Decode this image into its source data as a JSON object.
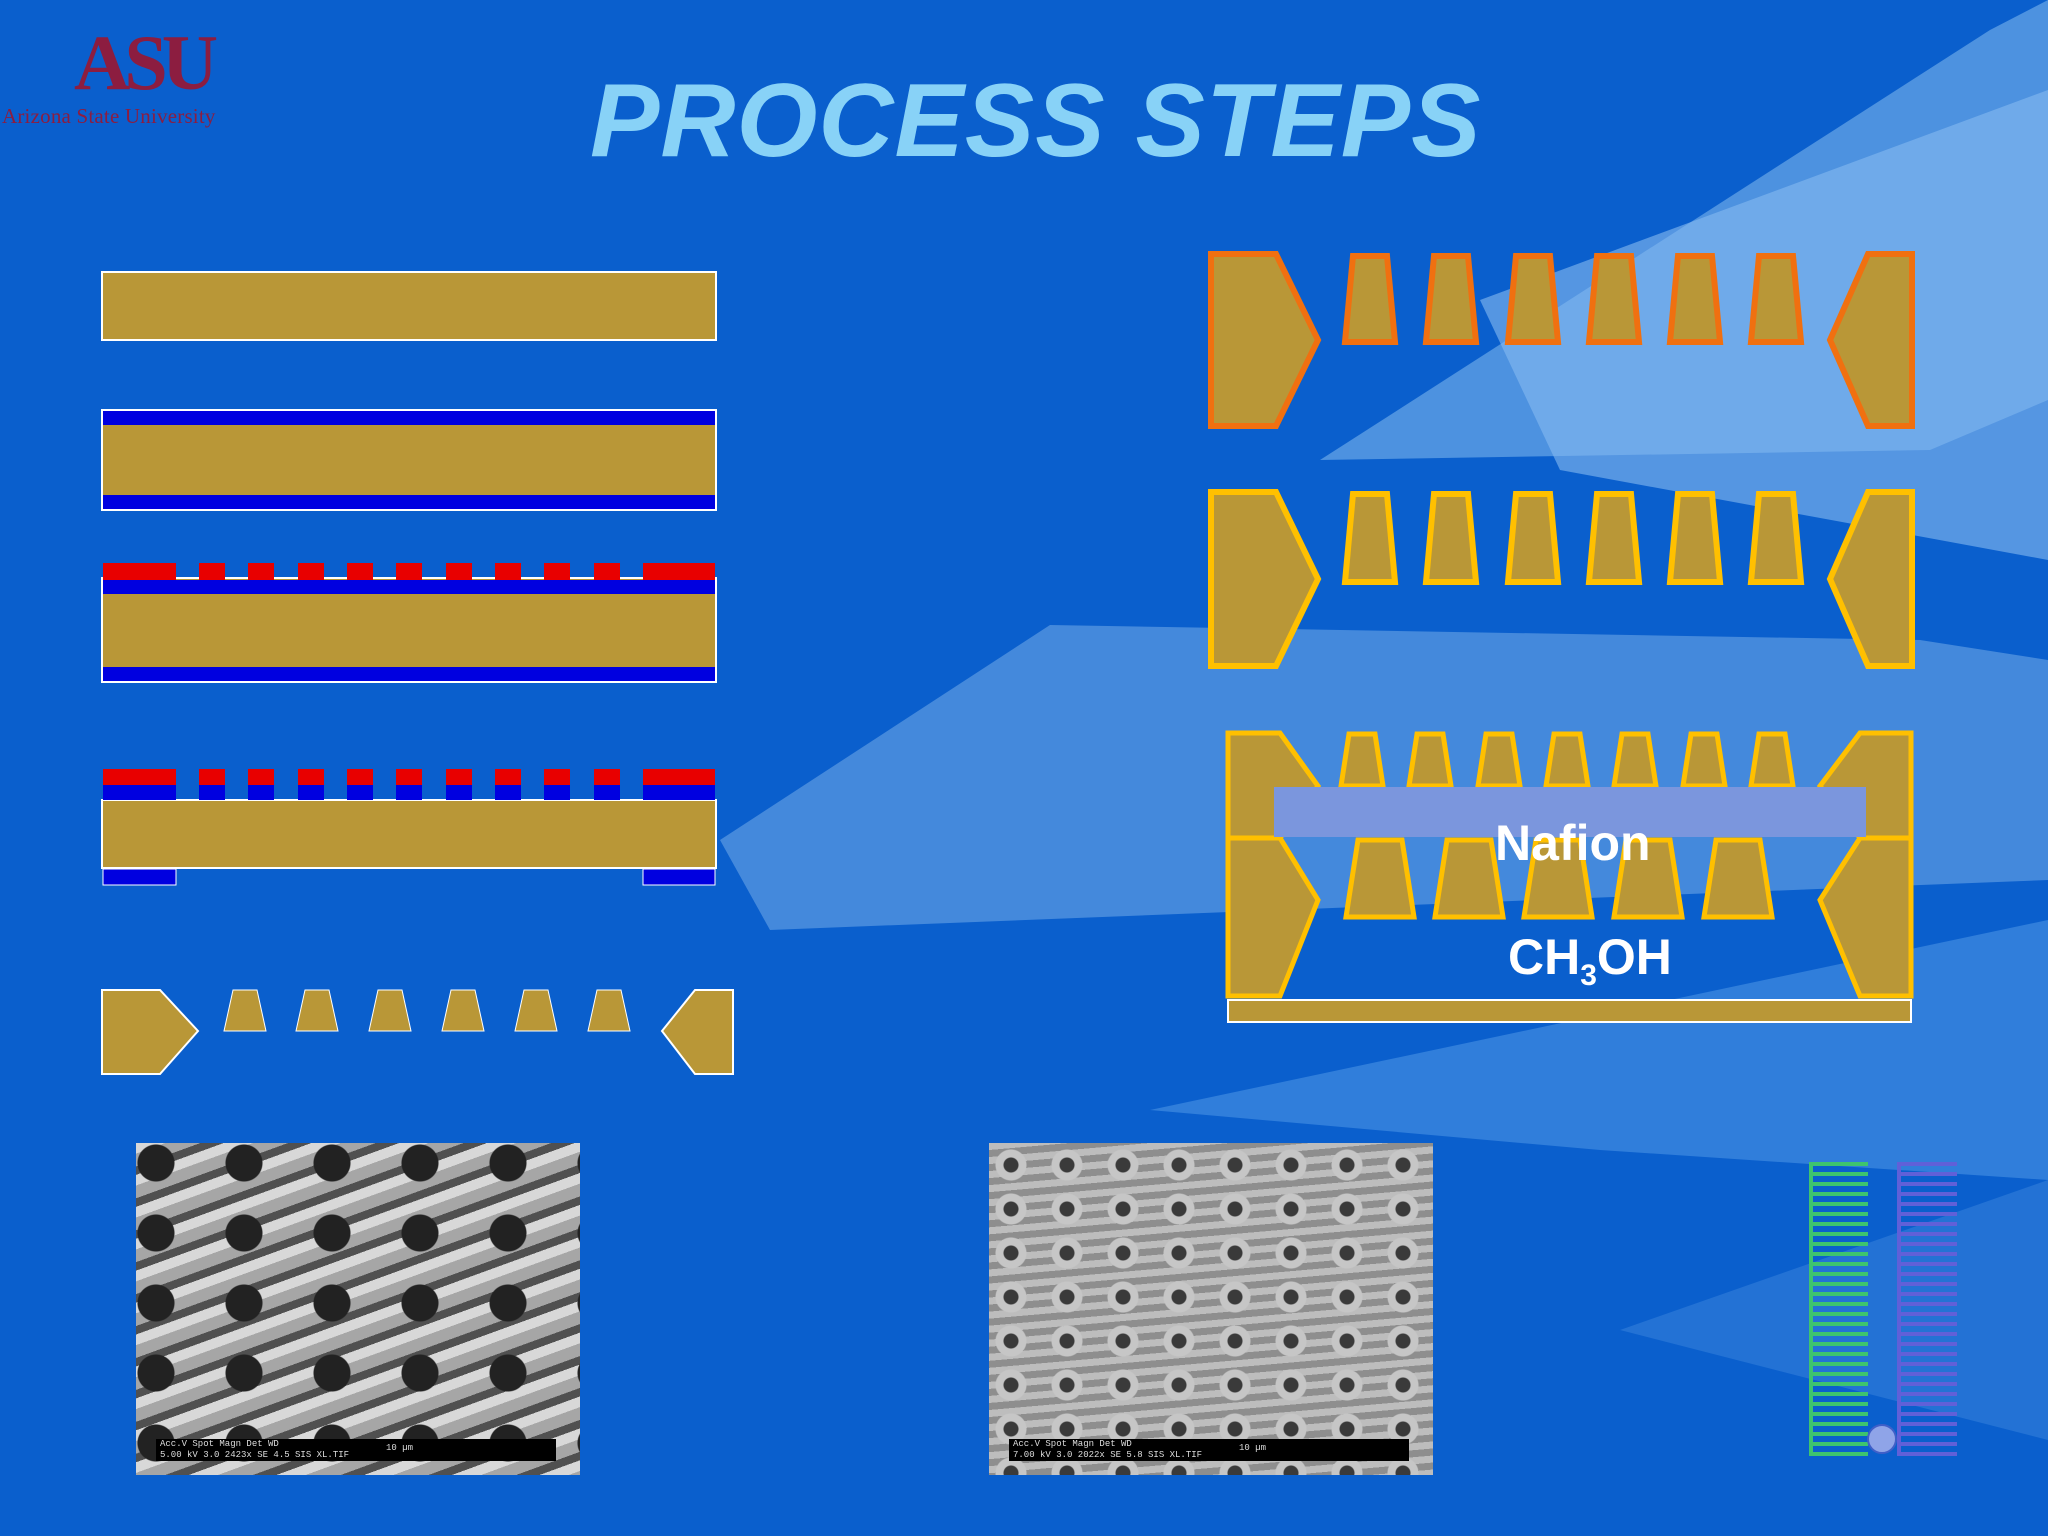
{
  "logo": {
    "mark": "ASU",
    "name": "Arizona State University"
  },
  "title": "PROCESS STEPS",
  "labels": {
    "nafion": "Nafion",
    "methanol_prefix": "CH",
    "methanol_sub": "3",
    "methanol_suffix": "OH"
  },
  "sem_images": [
    {
      "meta_line1": "Acc.V   Spot  Magn   Det  WD",
      "meta_line2": "5.00 kV  3.0   2423x  SE  4.5    SIS  XL.TIF",
      "scale": "10 µm"
    },
    {
      "meta_line1": "Acc.V   Spot  Magn   Det  WD",
      "meta_line2": "7.00 kV  3.0   2022x  SE  5.8    SIS  XL.TIF",
      "scale": "10 µm"
    }
  ],
  "colors": {
    "background": "#0a5fcd",
    "substrate": "#b99737",
    "mask_blue": "#0000e0",
    "resist_red": "#e80000",
    "outline_orange": "#f07010",
    "outline_yellow": "#ffc000",
    "nafion": "#7b96dd",
    "title": "#88d2f7",
    "stripe_green": "#3ec46e",
    "stripe_purple": "#6060d8"
  }
}
